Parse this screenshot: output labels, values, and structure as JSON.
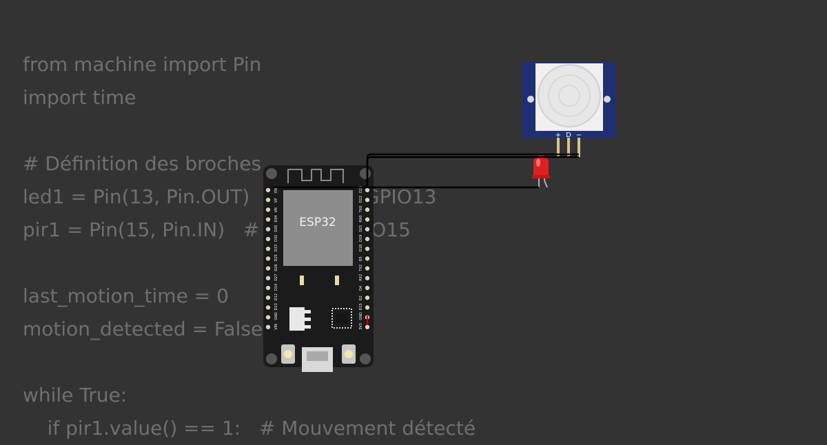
{
  "code_lines": [
    "from machine import Pin",
    "import time",
    "",
    "# Définition des broches",
    "led1 = Pin(13, Pin.OUT)  # LED sur GPIO13",
    "pir1 = Pin(15, Pin.IN)   # PIR sur GPIO15",
    "",
    "last_motion_time = 0",
    "motion_detected = False",
    "",
    "while True:",
    "    if pir1.value() == 1:   # Mouvement détecté"
  ],
  "board": {
    "label": "ESP32",
    "left_pins": [
      "EN",
      "VP",
      "VN",
      "D34",
      "D35",
      "D32",
      "D33",
      "D25",
      "D26",
      "D27",
      "D14",
      "D12",
      "D13",
      "GND",
      "VIN"
    ],
    "right_pins": [
      "D23",
      "D22",
      "TX0",
      "RX0",
      "D21",
      "D19",
      "D18",
      "D5",
      "TX2",
      "RX2",
      "D4",
      "D2",
      "D15",
      "GND",
      "3V3"
    ]
  },
  "pir_sensor": {
    "pin_labels": [
      "+",
      "D",
      "−"
    ]
  },
  "colors": {
    "background": "#333333",
    "code_text": "#6f6f6f",
    "board": "#1b1b1b",
    "chip": "#8d8d8d",
    "pir_pcb": "#1f2f74",
    "wire": "#000000",
    "wire_red": "#cc0000",
    "led": "#e02020"
  }
}
